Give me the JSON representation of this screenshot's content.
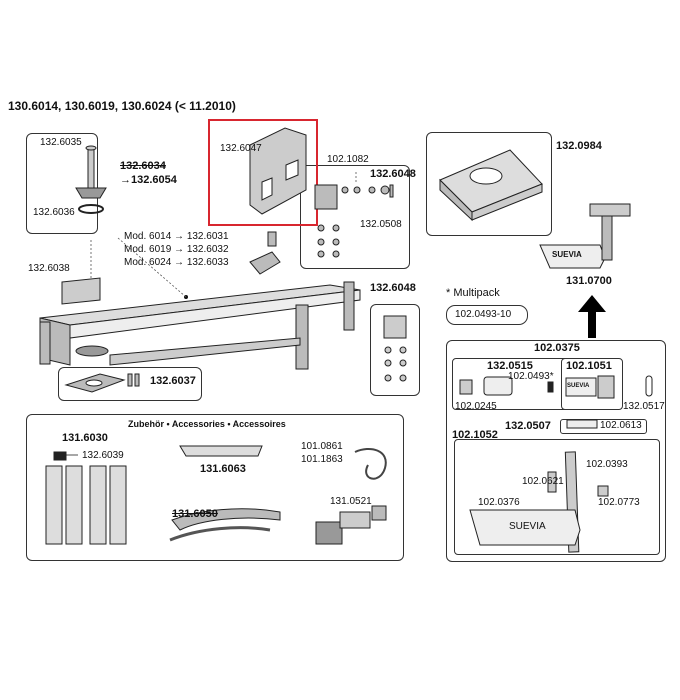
{
  "title": "130.6014, 130.6019, 130.6024 (< 11.2010)",
  "parts": {
    "p132_6035": "132.6035",
    "p132_6034": "132.6034",
    "p132_6054": "→132.6054",
    "p132_6036": "132.6036",
    "p132_6047": "132.6047",
    "p102_1082": "102.1082",
    "p132_6048a": "132.6048",
    "p132_0508": "132.0508",
    "p132_0984": "132.0984",
    "mod1": "Mod. 6014 → 132.6031",
    "mod2": "Mod. 6019 → 132.6032",
    "mod3": "Mod. 6024 → 132.6033",
    "p132_6038": "132.6038",
    "p132_6048b": "132.6048",
    "p132_6037": "132.6037",
    "p131_0700": "131.0700",
    "suevia1": "SUEVIA",
    "multipack": "* Multipack",
    "p102_0493_10": "102.0493-10"
  },
  "accessories": {
    "heading": "Zubehör • Accessories • Accessoires",
    "p131_6030": "131.6030",
    "p132_6039": "132.6039",
    "p131_6063": "131.6063",
    "p101_0861": "101.0861",
    "p101_1863": "101.1863",
    "p131_6050": "131.6050",
    "p131_0521": "131.0521"
  },
  "valve": {
    "p102_0375": "102.0375",
    "p132_0515": "132.0515",
    "p102_1051": "102.1051",
    "p102_0493s": "102.0493*",
    "suevia2": "SUEVIA",
    "p102_0245": "102.0245",
    "p132_0517": "132.0517",
    "p132_0507": "132.0507",
    "p102_0613": "102.0613",
    "p102_1052": "102.1052",
    "p102_0393": "102.0393",
    "p102_0621": "102.0621",
    "p102_0773": "102.0773",
    "p102_0376": "102.0376",
    "suevia3": "SUEVIA"
  },
  "colors": {
    "highlight": "#d8262f"
  }
}
